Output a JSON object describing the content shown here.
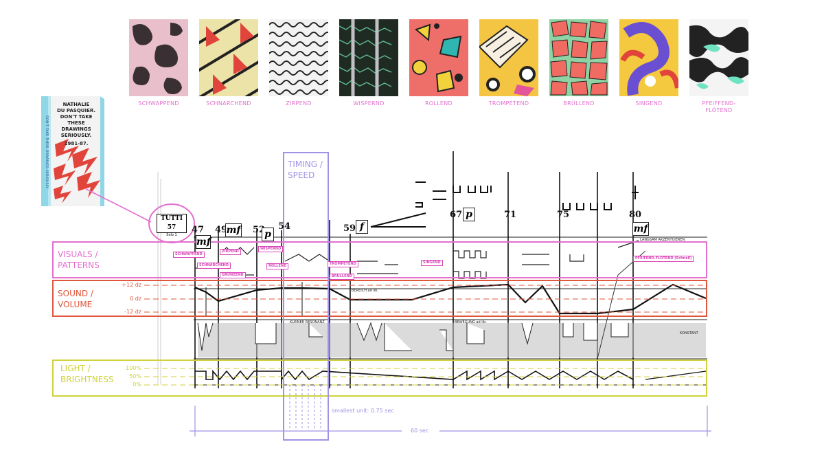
{
  "patterns": [
    {
      "label": "SCHWAPPEND"
    },
    {
      "label": "SCHNARCHEND"
    },
    {
      "label": "ZIRPEND"
    },
    {
      "label": "WISPERND"
    },
    {
      "label": "ROLLEND"
    },
    {
      "label": "TROMPETEND"
    },
    {
      "label": "BRÜLLEND"
    },
    {
      "label": "SINGEND"
    },
    {
      "label": "PFEIFFEND-\nFLÖTEND"
    }
  ],
  "book": {
    "title_lines": [
      "NATHALIE",
      "DU PASQUIER.",
      "DON'T TAKE",
      "THESE DRAWINGS",
      "SERIOUSLY.",
      "1981-87."
    ],
    "spine": "DON'T TAKE THESE DRAWINGS SERIOUSLY"
  },
  "rows": {
    "visuals": "VISUALS /\nPATTERNS",
    "sound": "SOUND /\nVOLUME",
    "light": "LIGHT /\nBRIGHTNESS",
    "timing": "TIMING /\nSPEED"
  },
  "sound_scale": [
    "+12 dz",
    "0 dz",
    "-12 dz"
  ],
  "light_scale": [
    "100%",
    "50%",
    "0%"
  ],
  "score": {
    "tutti": "TUTTI 57",
    "tutti_sub": "Solo 1",
    "bar_numbers": [
      "47",
      "49",
      "52",
      "54",
      "59",
      "67",
      "71",
      "75",
      "80"
    ],
    "dynamics": [
      "mf",
      "mf",
      "p",
      "f",
      "p",
      "mf"
    ],
    "tags": [
      "SCHWAPPEND",
      "SCHNARCHEND",
      "ZIRPEND",
      "GRUNZEND",
      "WISPERND",
      "ROLLEND",
      "TROMPETEND",
      "BRÜLLEND",
      "SINGEND",
      "PFEIFEND-FLÖTEND (Schnell)"
    ],
    "inline_texts": [
      "LANGSAM AKZENTUIEREN",
      "BEREICH ad lib.",
      "BEWEGUNG ad lib.",
      "KLEINER RESONANZ",
      "KONSTANT"
    ]
  },
  "annotations": {
    "smallest_unit": "smallest unit: 0.75 sec",
    "duration": "60 sec"
  },
  "colors": {
    "pink": "#e36fcf",
    "red": "#e0553b",
    "yellow": "#cfd23a",
    "purple": "#9f93e6"
  }
}
